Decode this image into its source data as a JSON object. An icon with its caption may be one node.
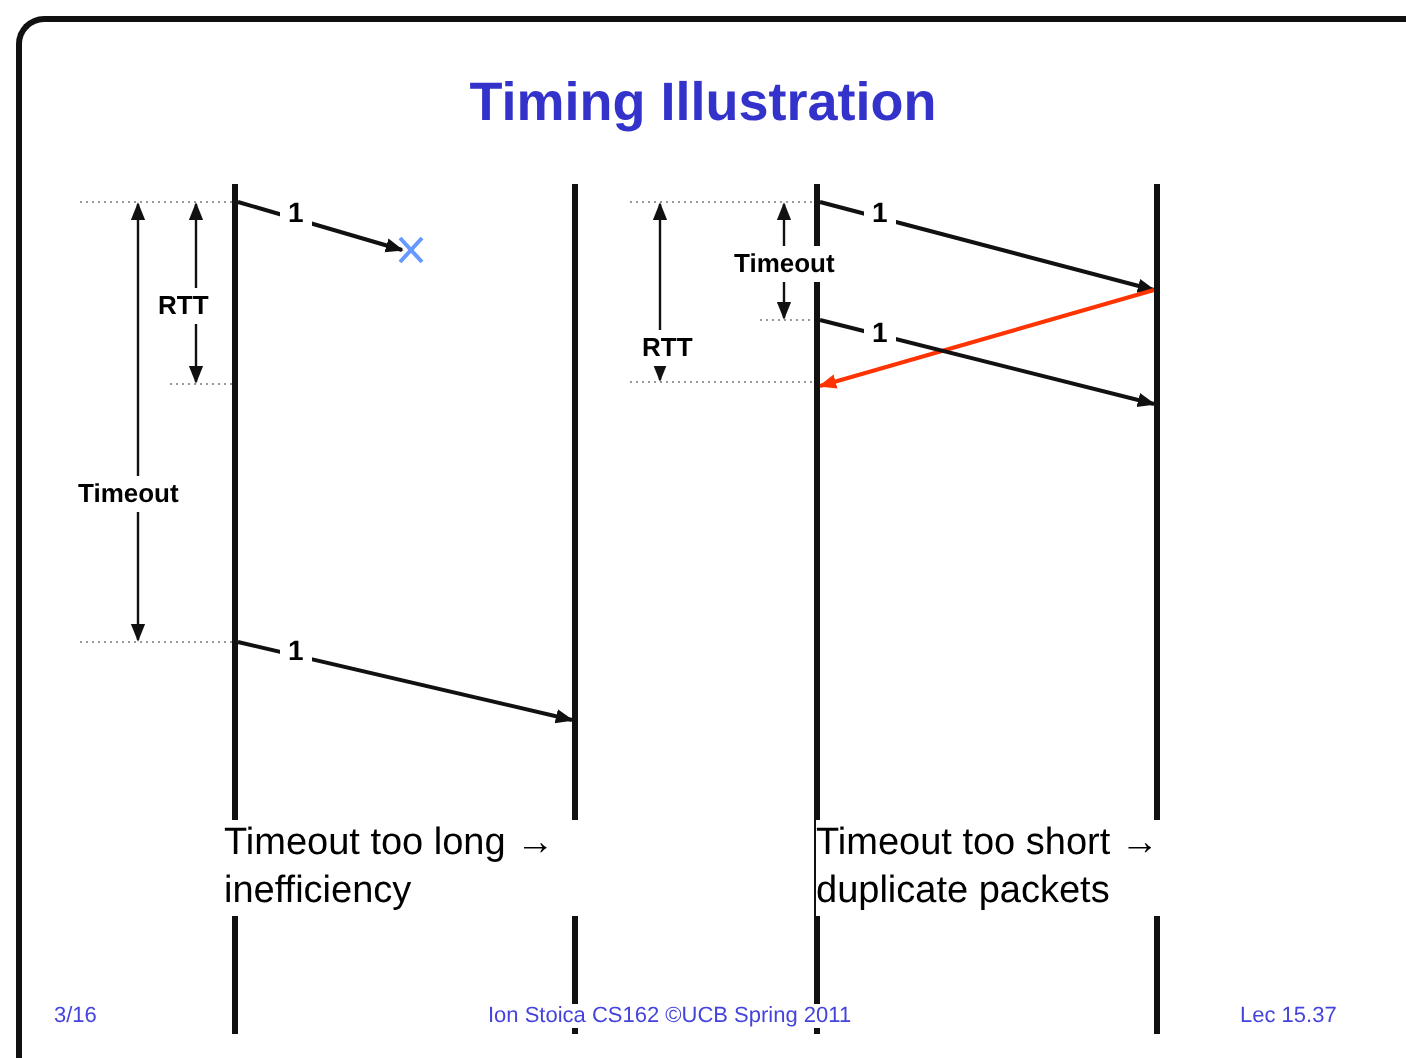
{
  "diagram": {
    "title": "Timing Illustration",
    "nodes": [
      {
        "text": [],
        "shape": "bar"
      },
      {
        "text": [],
        "shape": "bar"
      },
      {
        "text": [],
        "shape": "cross"
      },
      {
        "text": [],
        "shape": "bar"
      },
      {
        "text": [],
        "shape": "bar"
      }
    ],
    "edges": [
      {
        "from": 0,
        "to": 2,
        "arrow": "to",
        "label": "1"
      },
      {
        "from": 0,
        "to": 1,
        "arrow": "to",
        "label": "1"
      },
      {
        "from": 3,
        "to": 4,
        "arrow": "to",
        "label": "1"
      },
      {
        "from": 4,
        "to": 3,
        "arrow": "to",
        "color": "#ff3300"
      },
      {
        "from": 3,
        "to": 4,
        "arrow": "to",
        "label": "1"
      }
    ],
    "labels": [
      "RTT",
      "Timeout",
      "Timeout too long → inefficiency",
      "Timeout",
      "RTT",
      "Timeout too short → duplicate packets",
      "3/16",
      "Ion Stoica CS162 ©UCB Spring 2011",
      "Lec 15.37"
    ]
  }
}
